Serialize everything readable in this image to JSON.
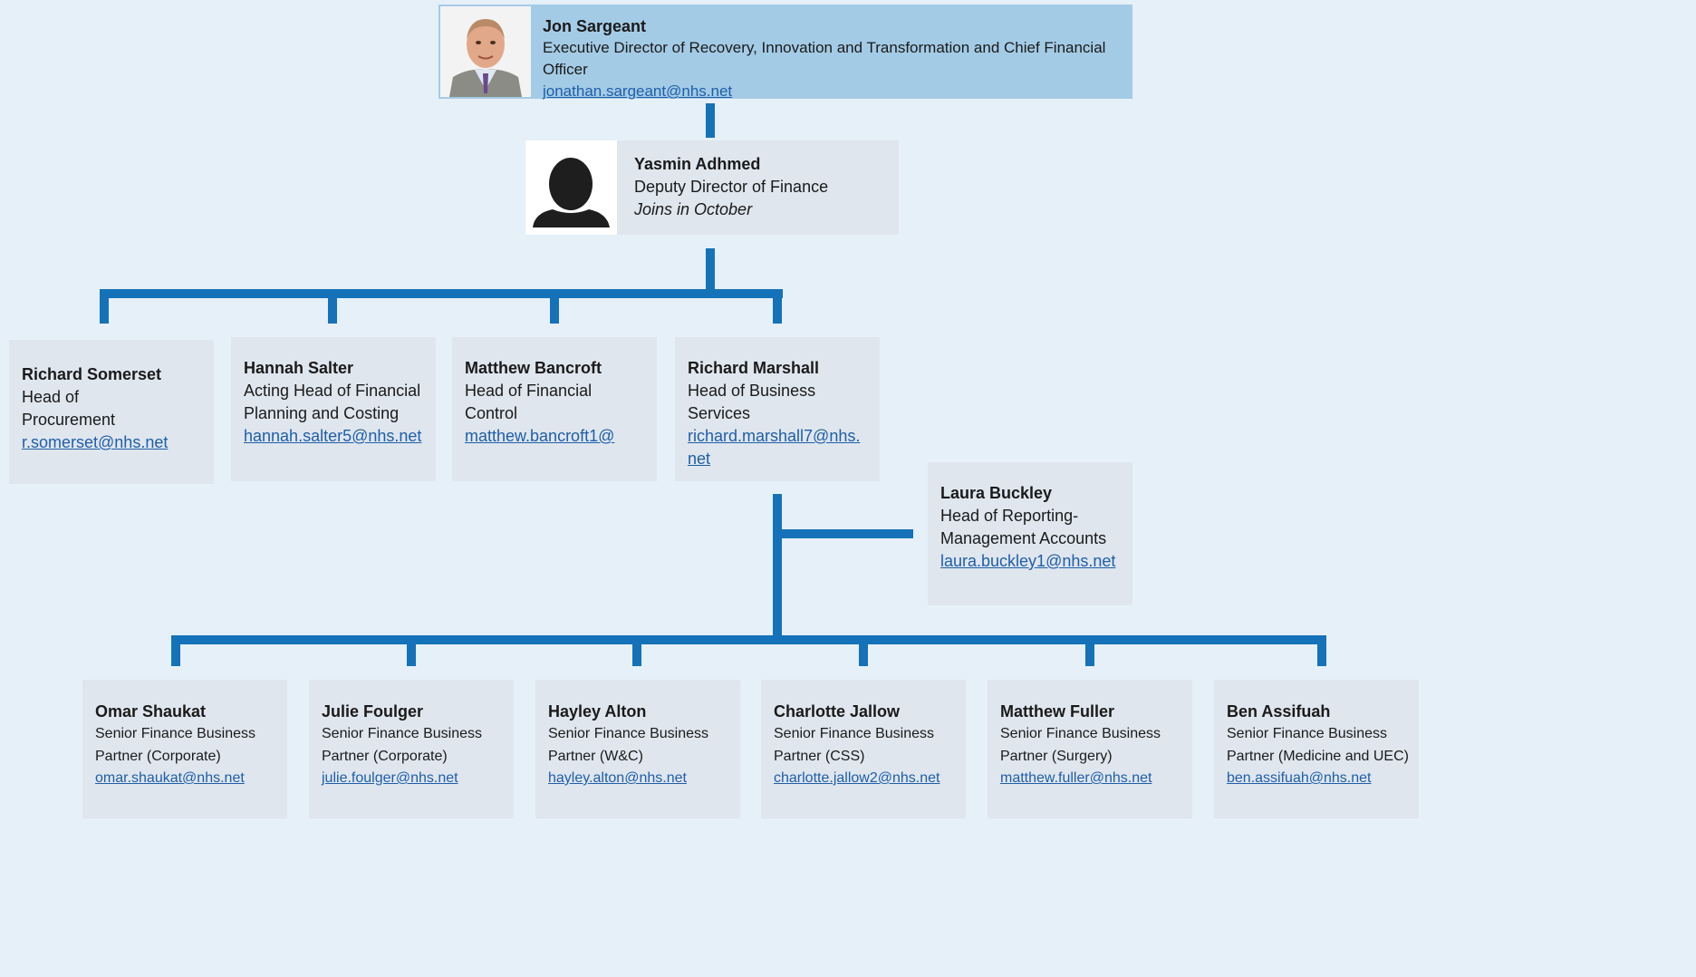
{
  "executive": {
    "name": "Jon Sargeant",
    "role": "Executive Director of Recovery, Innovation and Transformation and Chief Financial Officer",
    "email": "jonathan.sargeant@nhs.net"
  },
  "deputy": {
    "name": "Yasmin Adhmed",
    "role": "Deputy Director of Finance",
    "note": "Joins in October"
  },
  "heads": [
    {
      "name": "Richard Somerset",
      "role": "Head of Procurement",
      "email": "r.somerset@nhs.net"
    },
    {
      "name": "Hannah Salter",
      "role": "Acting Head of Financial Planning and Costing",
      "email": "hannah.salter5@nhs.net"
    },
    {
      "name": "Matthew Bancroft",
      "role": "Head of Financial Control",
      "email": "matthew.bancroft1@"
    },
    {
      "name": "Richard Marshall",
      "role": "Head of Business Services",
      "email": "richard.marshall7@nhs.net"
    }
  ],
  "reporting": {
    "name": "Laura Buckley",
    "role": "Head of Reporting- Management Accounts",
    "email": "laura.buckley1@nhs.net"
  },
  "partners": [
    {
      "name": "Omar Shaukat",
      "role": "Senior Finance Business Partner (Corporate)",
      "email": "omar.shaukat@nhs.net"
    },
    {
      "name": "Julie Foulger",
      "role": "Senior Finance Business Partner (Corporate)",
      "email": "julie.foulger@nhs.net"
    },
    {
      "name": "Hayley Alton",
      "role": "Senior Finance Business Partner (W&C)",
      "email": "hayley.alton@nhs.net"
    },
    {
      "name": "Charlotte Jallow",
      "role": "Senior Finance Business Partner (CSS)",
      "email": "charlotte.jallow2@nhs.net"
    },
    {
      "name": "Matthew Fuller",
      "role": "Senior Finance Business Partner (Surgery)",
      "email": "matthew.fuller@nhs.net"
    },
    {
      "name": "Ben Assifuah",
      "role": "Senior Finance Business Partner (Medicine and UEC)",
      "email": "ben.assifuah@nhs.net"
    }
  ],
  "colors": {
    "connector": "#1572b8",
    "executive_box": "#a4cbe6",
    "box": "#dfe6ee",
    "link": "#1f5ea8"
  }
}
